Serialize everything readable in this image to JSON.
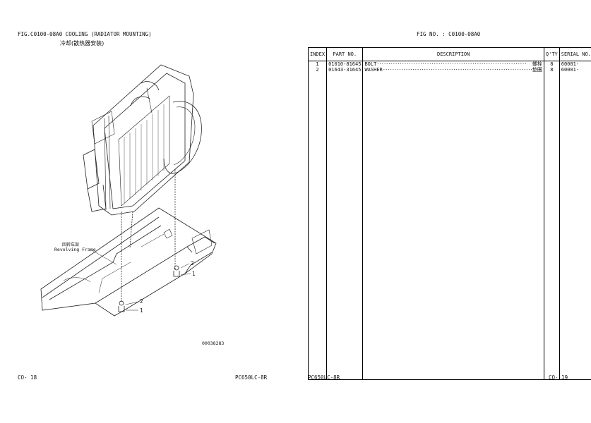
{
  "left_page": {
    "fig_title": "FIG.C0100-08A0 COOLING (RADIATOR MOUNTING)",
    "fig_subtitle": "冷却(散热器安装)",
    "callout_frame_cn": "回转车架",
    "callout_frame_en": "Revolving Frame",
    "callout_1a": "1",
    "callout_2a": "2",
    "callout_1b": "1",
    "callout_2b": "2",
    "drawing_number": "00038283",
    "page_label": "CO-  18",
    "model": "PC650LC-8R"
  },
  "right_page": {
    "fig_no": "FIG NO. : C0100-08A0",
    "headers": {
      "index": "INDEX",
      "part_no": "PART  NO.",
      "description": "DESCRIPTION",
      "qty": "Q'TY",
      "serial_no": "SERIAL NO."
    },
    "rows": [
      {
        "index": "1",
        "part_no": "01010-81645",
        "desc": "BOLT",
        "desc_cn": "螺栓",
        "qty": "8",
        "serial": "60001-"
      },
      {
        "index": "2",
        "part_no": "01643-31645",
        "desc": "WASHER",
        "desc_cn": "垫圈",
        "qty": "8",
        "serial": "60001-"
      }
    ],
    "model": "PC650LC-8R",
    "page_label": "CO-  19"
  }
}
